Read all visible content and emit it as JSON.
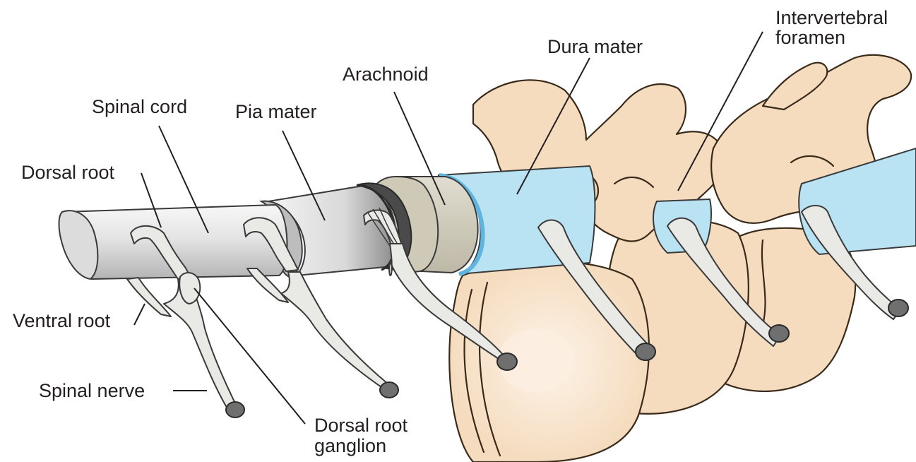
{
  "labels": {
    "intervertebral_foramen_line1": "Intervertebral",
    "intervertebral_foramen_line2": "foramen",
    "dura_mater": "Dura mater",
    "arachnoid": "Arachnoid",
    "spinal_cord": "Spinal cord",
    "pia_mater": "Pia mater",
    "dorsal_root": "Dorsal root",
    "ventral_root": "Ventral root",
    "spinal_nerve": "Spinal nerve",
    "dorsal_root_ganglion_line1": "Dorsal root",
    "dorsal_root_ganglion_line2": "ganglion"
  },
  "colors": {
    "bone": "#f5dcbf",
    "bone_highlight": "#fbeee0",
    "dura": "#b9e3f3",
    "dura_rim": "#5fb5df",
    "arachnoid": "#d3cfbf",
    "pia": "#dcdcdc",
    "cord": "#e2e2e2",
    "nerve": "#e9e9e6",
    "nerve_end": "#6f6f6f"
  }
}
